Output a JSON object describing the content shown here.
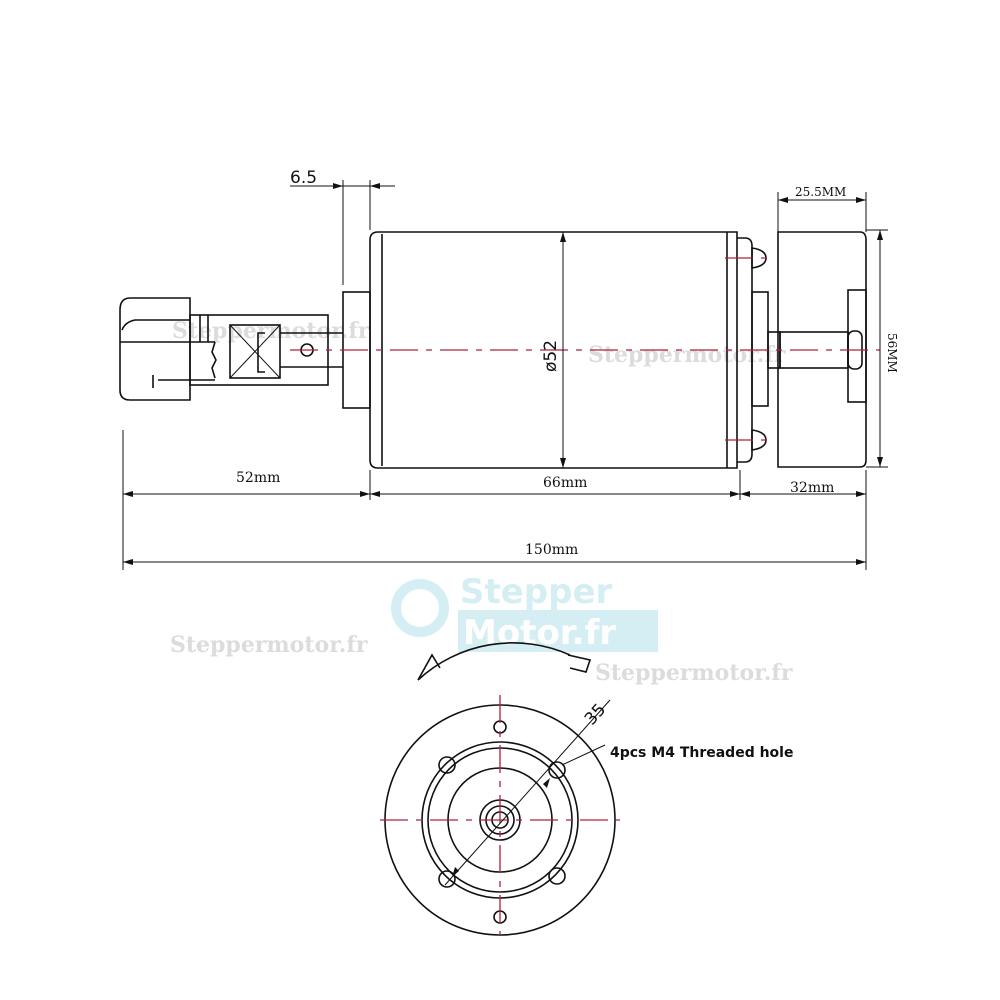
{
  "watermarks": {
    "small": "Steppermotor.fr",
    "logo_line1": "Stepper",
    "logo_line2": "Motor.fr"
  },
  "dimensions": {
    "flange_thickness": "6.5",
    "body_diameter": "ø52",
    "connector_length": "52mm",
    "body_length": "66mm",
    "pulley_length": "32mm",
    "total_length": "150mm",
    "pulley_width": "25.5MM",
    "pulley_diameter": "56MM",
    "bolt_circle": "35"
  },
  "notes": {
    "threaded_holes": "4pcs M4 Threaded hole"
  },
  "colors": {
    "centerline": "#b0203a",
    "line": "#111111"
  }
}
